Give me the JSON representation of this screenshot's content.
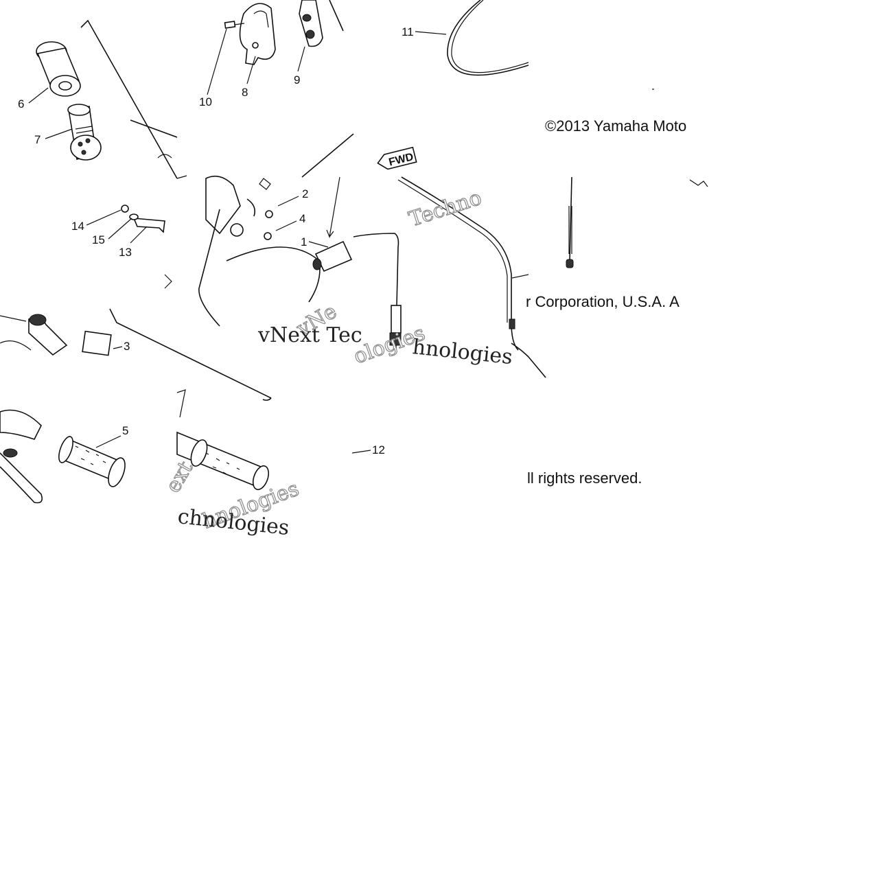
{
  "diagram": {
    "callouts": {
      "c1": "1",
      "c2": "2",
      "c3": "3",
      "c4": "4",
      "c5": "5",
      "c6": "6",
      "c7": "7",
      "c8": "8",
      "c9": "9",
      "c10": "10",
      "c11": "11",
      "c12": "12",
      "c13": "13",
      "c14": "14",
      "c15": "15"
    },
    "fwd_tag": "FWD",
    "copyright": {
      "line1": "©2013 Yamaha Moto",
      "line2": "r Corporation, U.S.A. A",
      "line3": "ll rights reserved."
    },
    "watermarks": {
      "w1": "Techno",
      "w2": "vNext Tec",
      "w3": "hnologies",
      "w4": "vNe",
      "w5": "ologies",
      "w6": "ext",
      "w7": "hnologies",
      "w8": "chnologies"
    },
    "colors": {
      "line": "#111111",
      "watermark_outline": "#8a8a8a",
      "background": "#ffffff"
    }
  }
}
